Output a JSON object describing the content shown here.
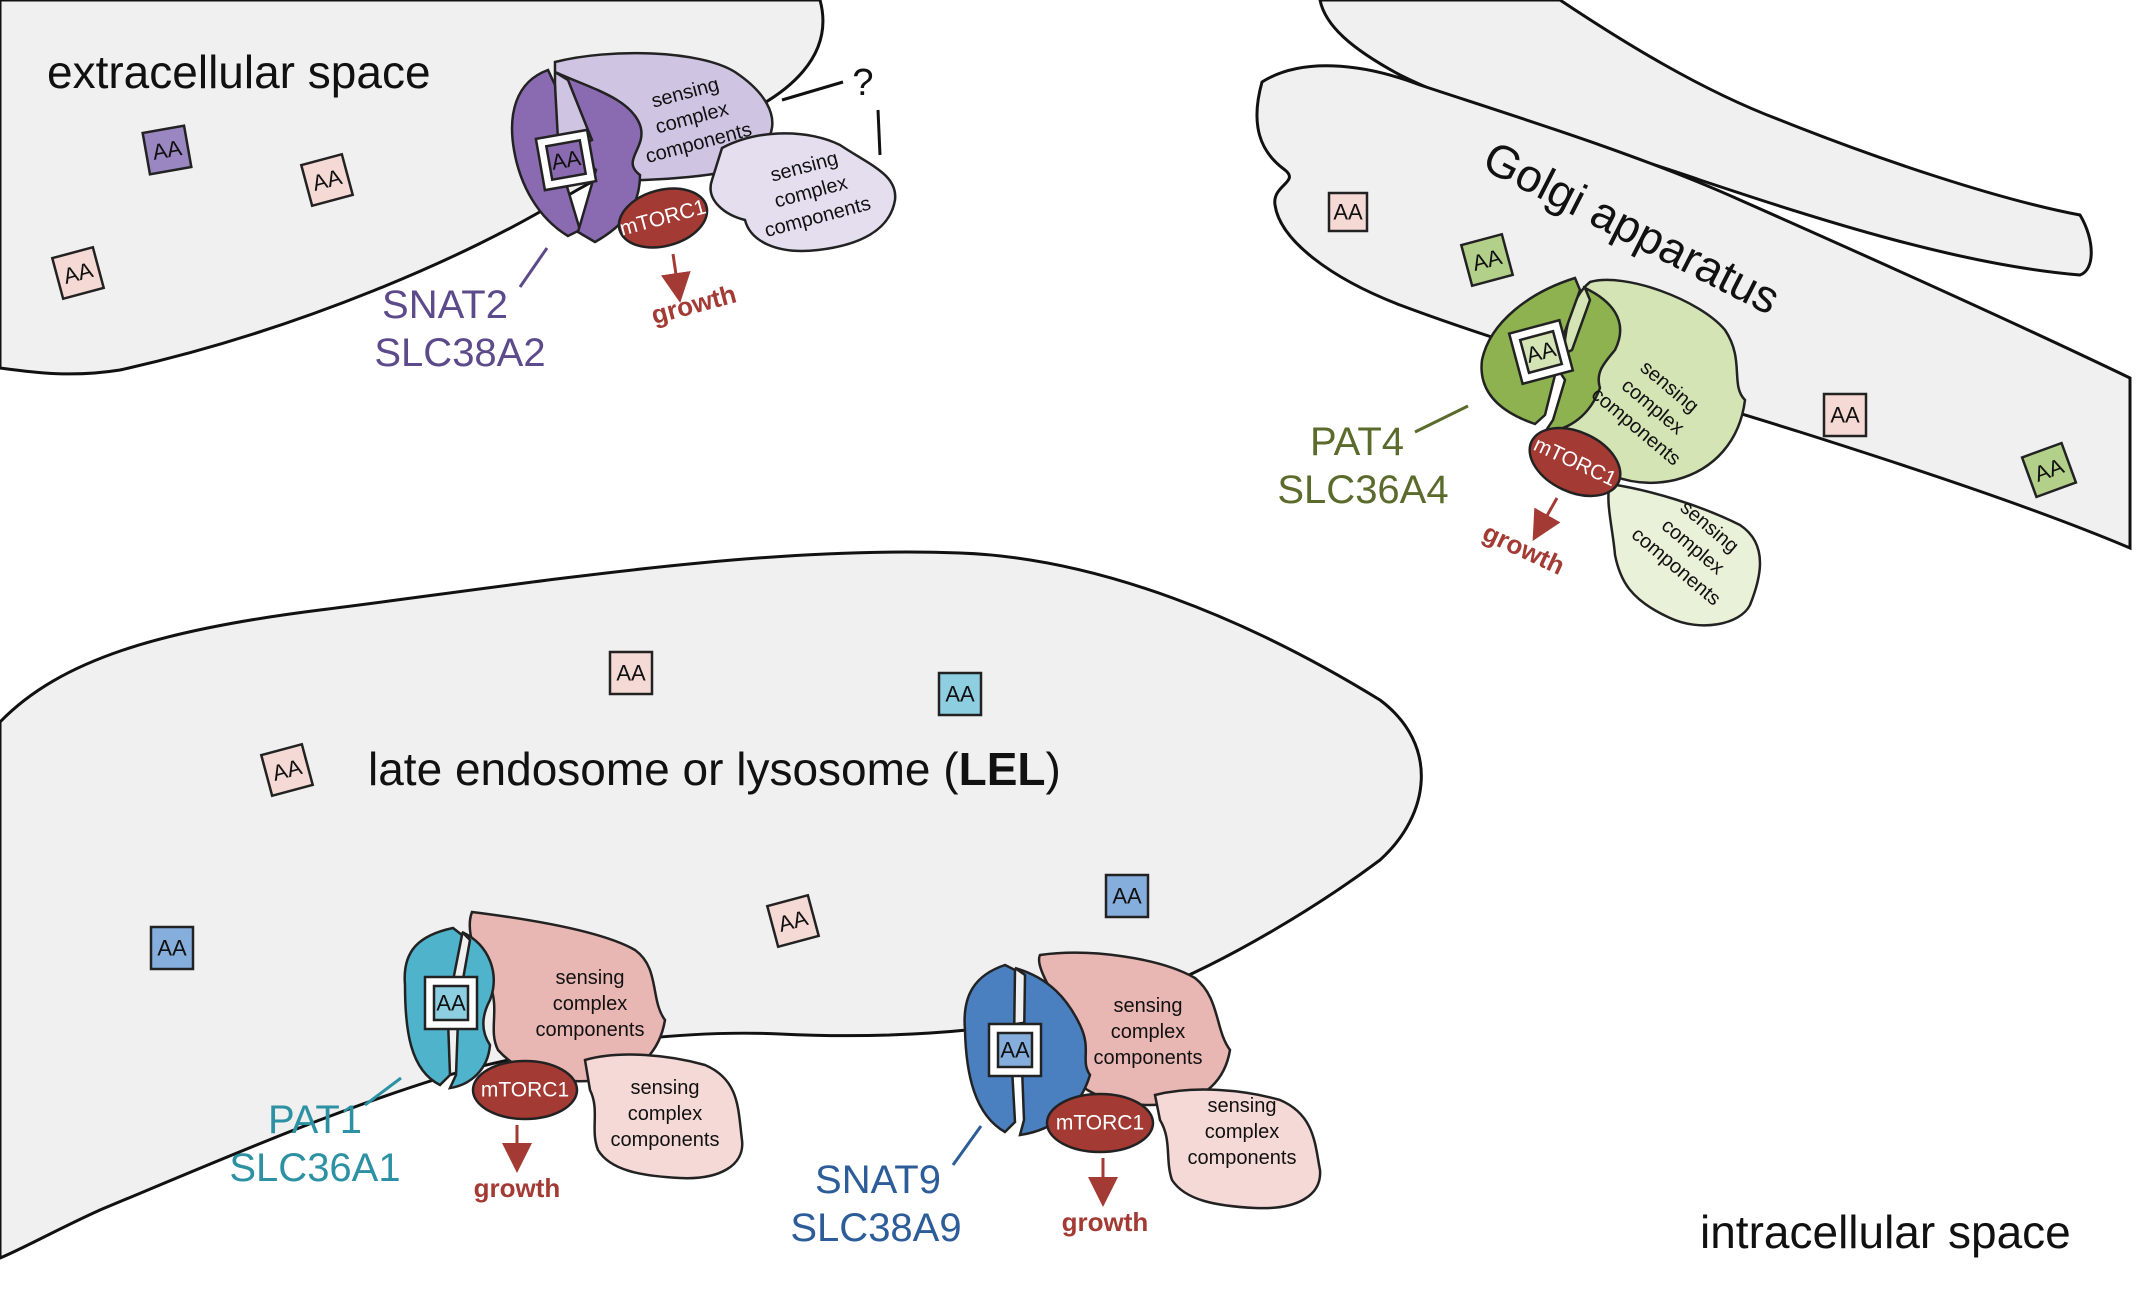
{
  "labels": {
    "extracellular": "extracellular space",
    "intracellular": "intracellular space",
    "golgi": "Golgi apparatus",
    "lel_prefix": "late endosome or lysosome (",
    "lel_bold": "LEL",
    "lel_suffix": ")",
    "question": "?"
  },
  "common": {
    "aa": "AA",
    "mtorc1": "mTORC1",
    "growth": "growth",
    "sensing": [
      "sensing",
      "complex",
      "components"
    ]
  },
  "transporters": [
    {
      "name": "SNAT2",
      "gene": "SLC38A2",
      "color": "#5d4a8a"
    },
    {
      "name": "PAT4",
      "gene": "SLC36A4",
      "color": "#5a6b2c"
    },
    {
      "name": "PAT1",
      "gene": "SLC36A1",
      "color": "#2d91a4"
    },
    {
      "name": "SNAT9",
      "gene": "SLC38A9",
      "color": "#2d5d99"
    }
  ],
  "colors": {
    "snat2_transporter": "#8a6bb2",
    "snat2_sensing": "#cfc4e2",
    "snat2_sensing_light": "#e4deef",
    "pat4_transporter": "#8db24f",
    "pat4_sensing": "#d5e4b5",
    "pat4_sensing_light": "#e9f1d9",
    "pat1_transporter": "#4fb3cc",
    "lel_sensing": "#e8b6b3",
    "lel_sensing_light": "#f5d9d7",
    "snat9_transporter": "#4a7fc0",
    "mtorc1": "#a33b34",
    "aa_pink": "#f5d9d5",
    "aa_purple": "#9a86c0",
    "aa_green": "#b3d08a",
    "aa_cyan": "#8dcfe0",
    "aa_blue": "#86aedc"
  }
}
